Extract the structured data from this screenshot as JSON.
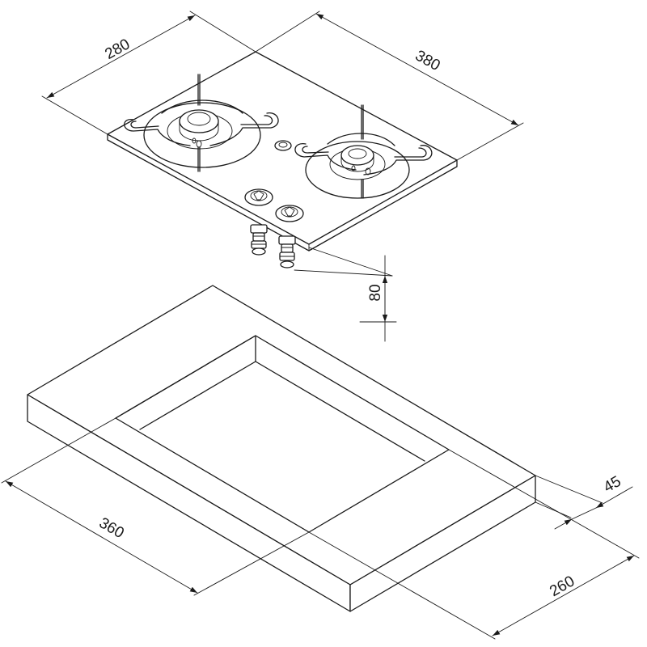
{
  "drawing": {
    "hob": {
      "burners": 2,
      "knobs": 2,
      "gas_connectors": 2
    },
    "dimensions": {
      "hob_depth": "280",
      "hob_width": "380",
      "hob_below_height": "80",
      "cutout_width": "360",
      "cutout_depth": "260",
      "countertop_thickness": "45"
    },
    "line_color": "#1a1a1a",
    "background": "#ffffff"
  }
}
